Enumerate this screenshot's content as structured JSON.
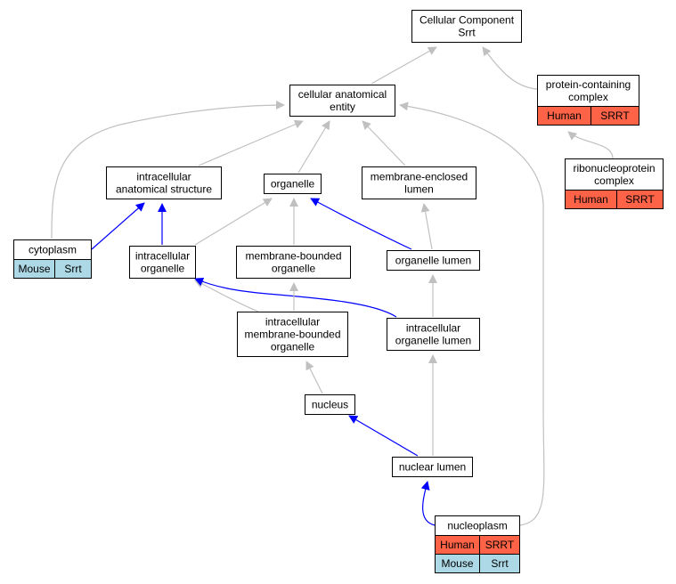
{
  "colors": {
    "edge_gray": "#c0c0c0",
    "edge_blue": "#0000ff",
    "human": "#ff6347",
    "mouse": "#add8e6"
  },
  "nodes": {
    "root": {
      "lines": [
        "Cellular Component",
        "Srrt"
      ]
    },
    "cae": {
      "lines": [
        "cellular anatomical",
        "entity"
      ]
    },
    "pcc": {
      "lines": [
        "protein-containing",
        "complex"
      ],
      "badges": [
        [
          "Human",
          "SRRT"
        ]
      ]
    },
    "rnp": {
      "lines": [
        "ribonucleoprotein",
        "complex"
      ],
      "badges": [
        [
          "Human",
          "SRRT"
        ]
      ]
    },
    "ias": {
      "lines": [
        "intracellular",
        "anatomical structure"
      ]
    },
    "org": {
      "lines": [
        "organelle"
      ]
    },
    "mel": {
      "lines": [
        "membrane-enclosed",
        "lumen"
      ]
    },
    "cyto": {
      "lines": [
        "cytoplasm"
      ],
      "badges": [
        [
          "Mouse",
          "Srrt"
        ]
      ]
    },
    "io": {
      "lines": [
        "intracellular",
        "organelle"
      ]
    },
    "mbo": {
      "lines": [
        "membrane-bounded",
        "organelle"
      ]
    },
    "ol": {
      "lines": [
        "organelle lumen"
      ]
    },
    "imbo": {
      "lines": [
        "intracellular",
        "membrane-bounded",
        "organelle"
      ]
    },
    "iol": {
      "lines": [
        "intracellular",
        "organelle lumen"
      ]
    },
    "nuc": {
      "lines": [
        "nucleus"
      ]
    },
    "nl": {
      "lines": [
        "nuclear lumen"
      ]
    },
    "np": {
      "lines": [
        "nucleoplasm"
      ],
      "badges": [
        [
          "Human",
          "SRRT"
        ],
        [
          "Mouse",
          "Srrt"
        ]
      ]
    }
  },
  "edges": [
    {
      "from": "cae",
      "to": "root",
      "color": "gray"
    },
    {
      "from": "pcc",
      "to": "root",
      "color": "gray"
    },
    {
      "from": "rnp",
      "to": "pcc",
      "color": "gray"
    },
    {
      "from": "ias",
      "to": "cae",
      "color": "gray"
    },
    {
      "from": "org",
      "to": "cae",
      "color": "gray"
    },
    {
      "from": "mel",
      "to": "cae",
      "color": "gray"
    },
    {
      "from": "cyto",
      "to": "cae",
      "color": "gray"
    },
    {
      "from": "np",
      "to": "cae",
      "color": "gray"
    },
    {
      "from": "cyto",
      "to": "ias",
      "color": "blue"
    },
    {
      "from": "io",
      "to": "ias",
      "color": "blue"
    },
    {
      "from": "io",
      "to": "org",
      "color": "gray"
    },
    {
      "from": "mbo",
      "to": "org",
      "color": "gray"
    },
    {
      "from": "ol",
      "to": "org",
      "color": "blue"
    },
    {
      "from": "ol",
      "to": "mel",
      "color": "gray"
    },
    {
      "from": "imbo",
      "to": "io",
      "color": "gray"
    },
    {
      "from": "iol",
      "to": "io",
      "color": "blue"
    },
    {
      "from": "imbo",
      "to": "mbo",
      "color": "gray"
    },
    {
      "from": "iol",
      "to": "ol",
      "color": "gray"
    },
    {
      "from": "nuc",
      "to": "imbo",
      "color": "gray"
    },
    {
      "from": "nl",
      "to": "nuc",
      "color": "blue"
    },
    {
      "from": "nl",
      "to": "iol",
      "color": "gray"
    },
    {
      "from": "np",
      "to": "nl",
      "color": "blue"
    }
  ]
}
